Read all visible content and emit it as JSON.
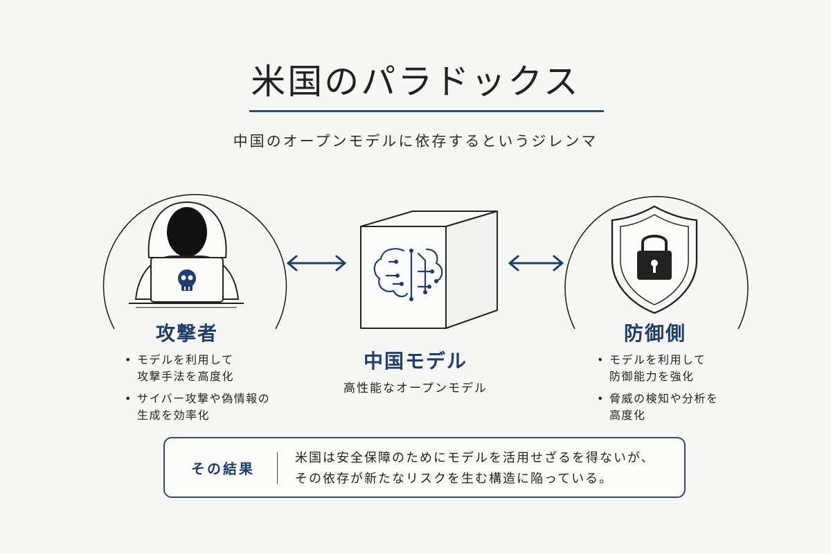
{
  "title": "米国のパラドックス",
  "subtitle": "中国のオープンモデルに依存するというジレンマ",
  "attacker": {
    "title": "攻撃者",
    "bullets": [
      "モデルを利用して\n攻撃手法を高度化",
      "サイバー攻撃や偽情報の\n生成を効率化"
    ]
  },
  "center_model": {
    "title": "中国モデル",
    "subtitle": "高性能なオープンモデル"
  },
  "defender": {
    "title": "防御側",
    "bullets": [
      "モデルを利用して\n防御能力を強化",
      "脅威の検知や分析を\n高度化"
    ]
  },
  "result": {
    "label": "その結果",
    "line1": "米国は安全保障のためにモデルを活用せざるを得ないが、",
    "line2": "その依存が新たなリスクを生む構造に陥っている。"
  },
  "colors": {
    "accent": "#1f3d6b",
    "rule": "#2b4a7a",
    "ink": "#1f1f1f",
    "background": "#f7f7f5"
  },
  "icons": [
    "hacker-icon",
    "skull-icon",
    "brain-circuit-cube-icon",
    "shield-lock-icon",
    "double-arrow-icon"
  ]
}
